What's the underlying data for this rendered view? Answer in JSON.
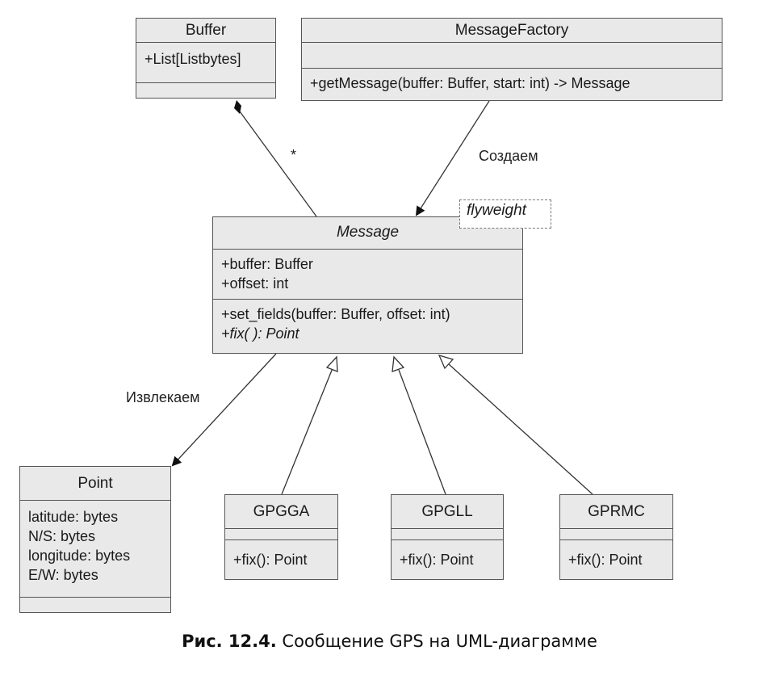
{
  "classes": {
    "buffer": {
      "name": "Buffer",
      "attributes": [
        "+List[Listbytes]"
      ],
      "operations": []
    },
    "message_factory": {
      "name": "MessageFactory",
      "attributes": [],
      "operations": [
        "+getMessage(buffer: Buffer, start: int) -> Message"
      ]
    },
    "message": {
      "name": "Message",
      "attributes": [
        "+buffer: Buffer",
        "+offset: int"
      ],
      "operations": [
        "+set_fields(buffer: Buffer, offset: int)",
        "+fix( ): Point"
      ]
    },
    "point": {
      "name": "Point",
      "attributes": [
        "latitude: bytes",
        "N/S: bytes",
        "longitude: bytes",
        "E/W: bytes"
      ],
      "operations": []
    },
    "gpgga": {
      "name": "GPGGA",
      "attributes": [],
      "operations": [
        "+fix(): Point"
      ]
    },
    "gpgll": {
      "name": "GPGLL",
      "attributes": [],
      "operations": [
        "+fix(): Point"
      ]
    },
    "gprmc": {
      "name": "GPRMC",
      "attributes": [],
      "operations": [
        "+fix(): Point"
      ]
    }
  },
  "note": "flyweight",
  "edge_labels": {
    "multiplicity": "*",
    "create": "Создаем",
    "extract": "Извлекаем"
  },
  "caption": {
    "number": "Рис. 12.4.",
    "text": "Сообщение GPS на UML-диаграмме"
  }
}
